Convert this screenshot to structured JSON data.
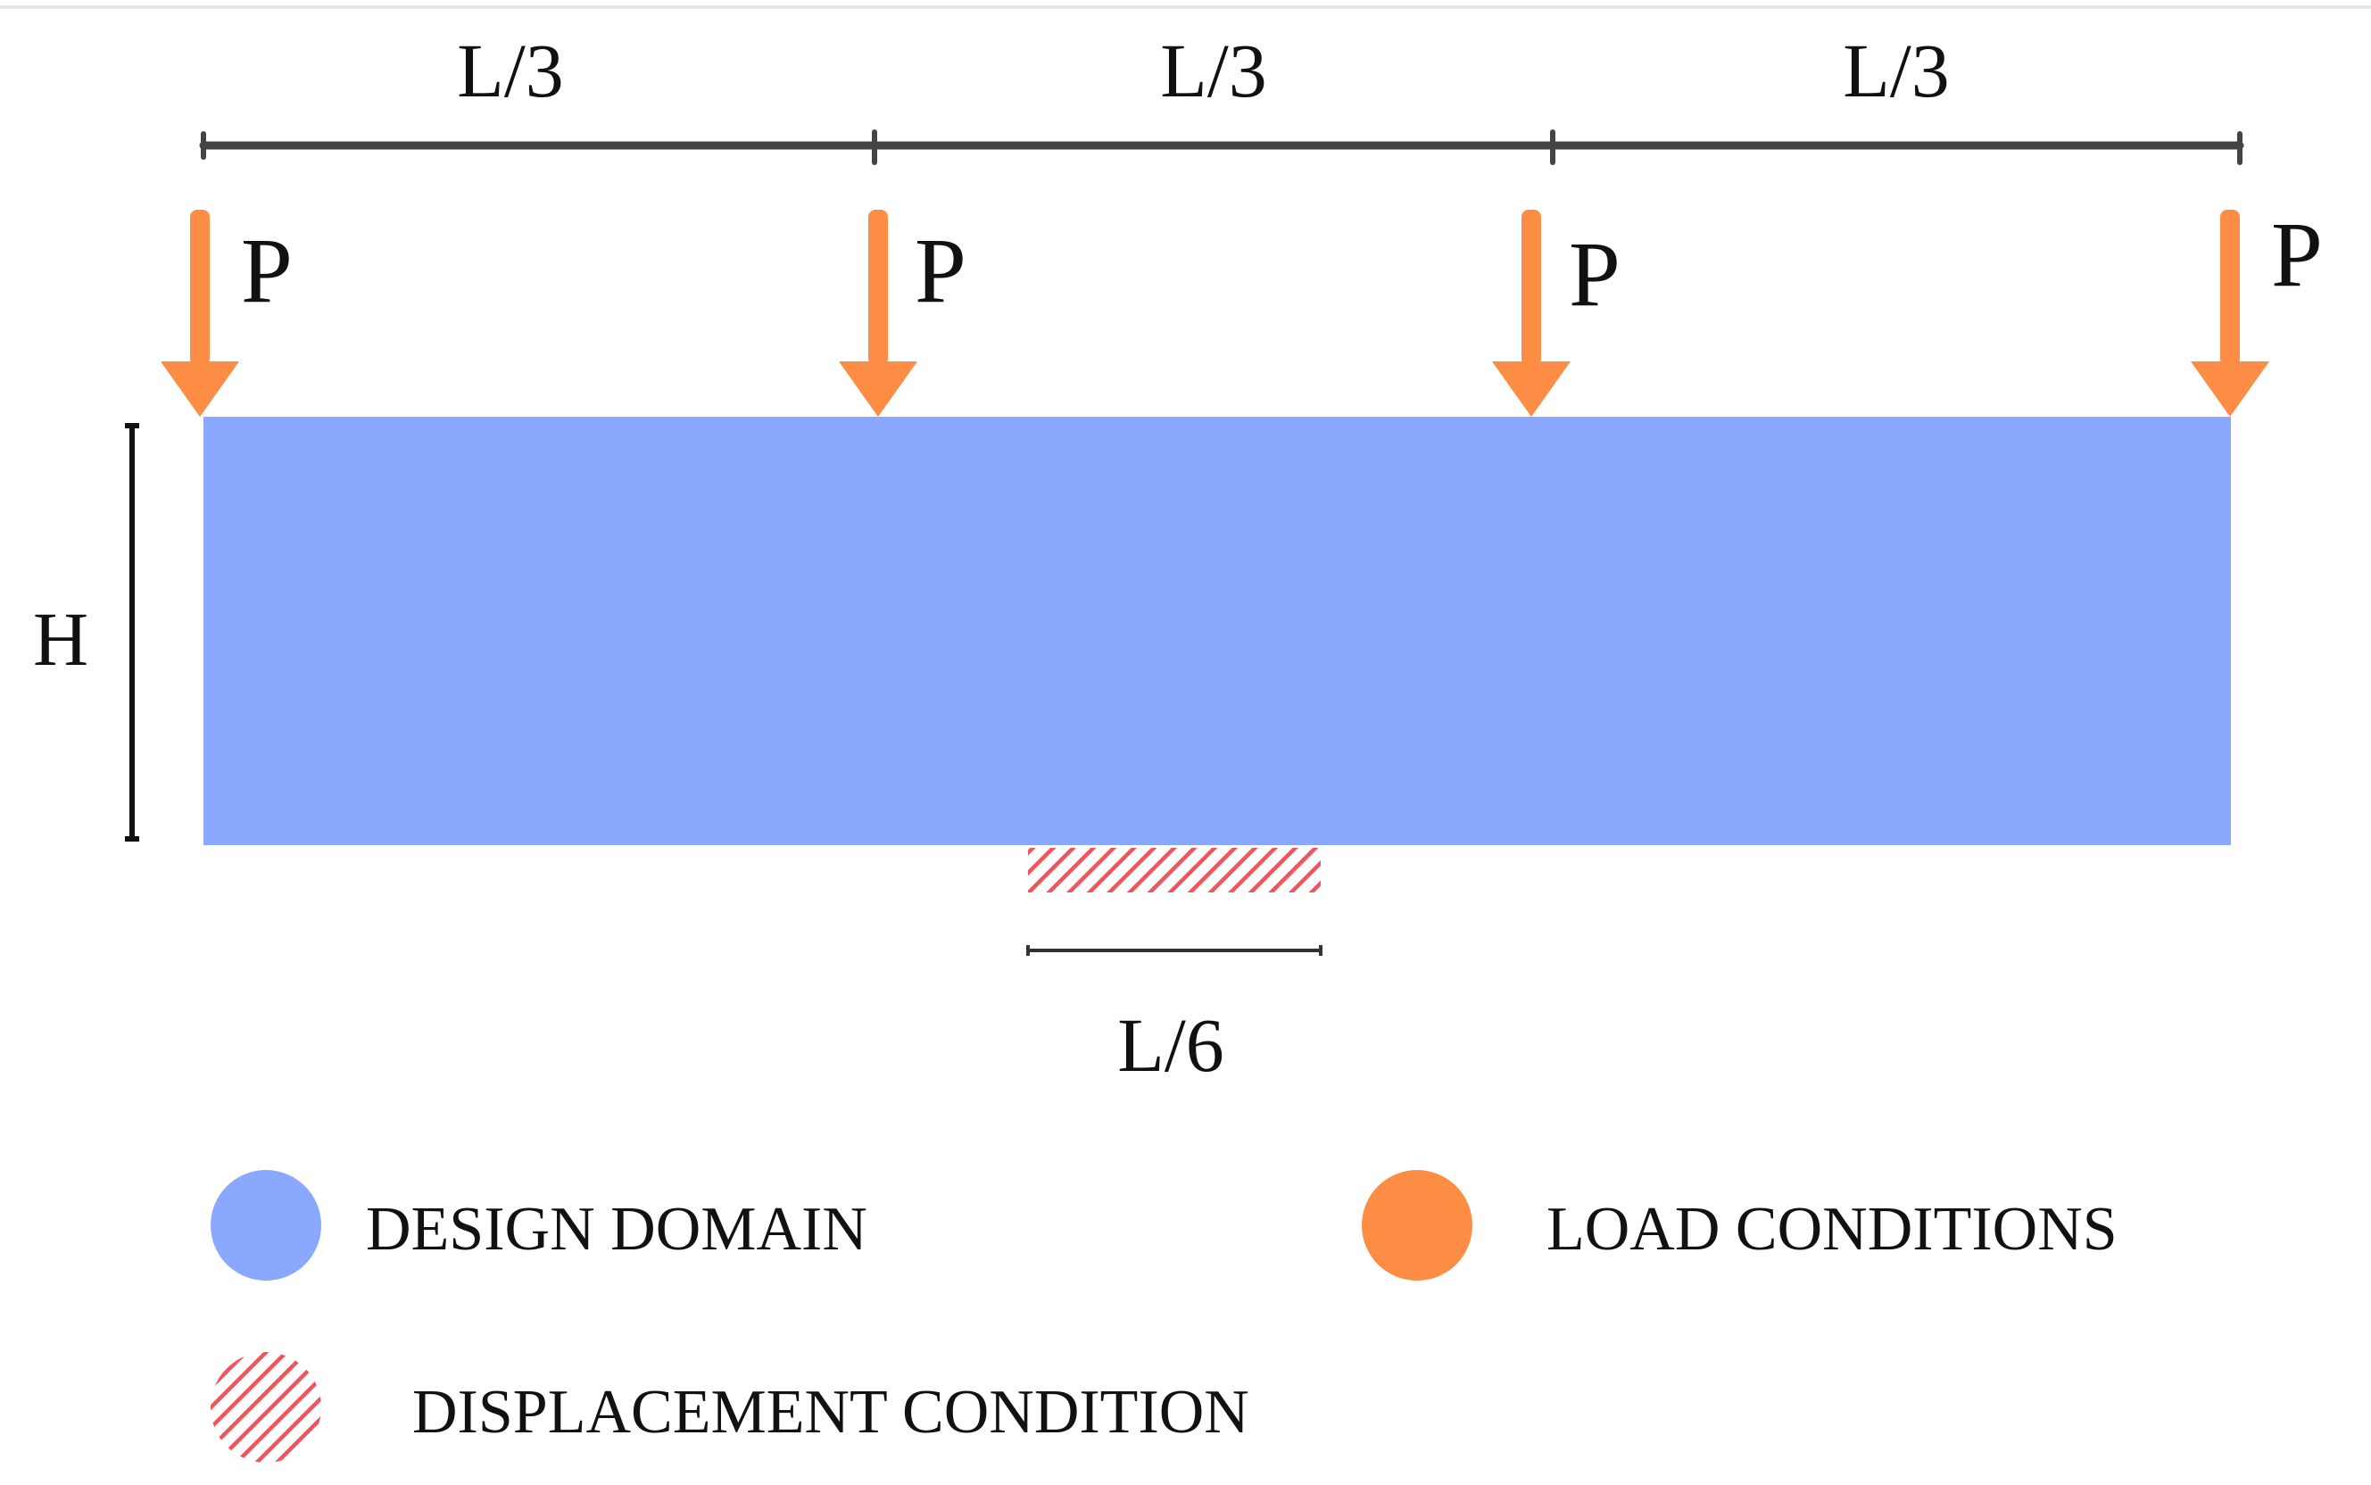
{
  "dimensions": {
    "top_span": [
      "L/3",
      "L/3",
      "L/3"
    ],
    "height": "H",
    "support_width": "L/6"
  },
  "loads": {
    "labels": [
      "P",
      "P",
      "P",
      "P"
    ]
  },
  "legend": {
    "design_domain": "DESIGN DOMAIN",
    "load_conditions": "LOAD CONDITIONS",
    "displacement_condition": "DISPLACEMENT CONDITION"
  },
  "colors": {
    "design_domain": "#8aa8fd",
    "load": "#fd8c44",
    "displacement": "#f2545c",
    "dimension_line": "#444444"
  }
}
